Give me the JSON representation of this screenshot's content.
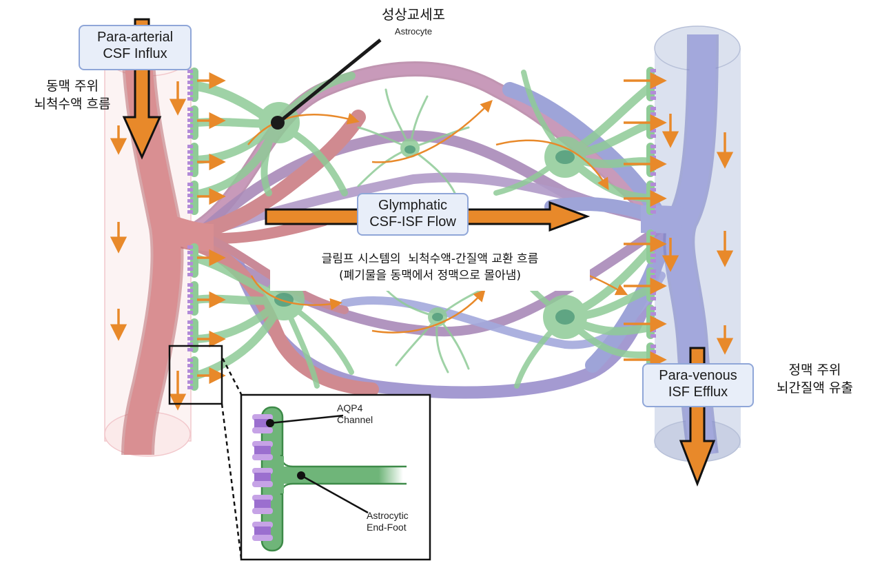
{
  "title": "Glymphatic system diagram",
  "labels": {
    "para_arterial": {
      "line1": "Para-arterial",
      "line2": "CSF Influx"
    },
    "arterial_ko": {
      "line1": "동맥 주위",
      "line2": "뇌척수액 흐름"
    },
    "astrocyte_ko": "성상교세포",
    "astrocyte_en": "Astrocyte",
    "glymphatic": {
      "line1": "Glymphatic",
      "line2": "CSF-ISF Flow"
    },
    "glymphatic_ko": {
      "line1": "글림프 시스템의  뇌척수액-간질액 교환 흐름",
      "line2": "(폐기물을 동맥에서 정맥으로 몰아냄)"
    },
    "para_venous": {
      "line1": "Para-venous",
      "line2": "ISF Efflux"
    },
    "venous_ko": {
      "line1": "정맥 주위",
      "line2": "뇌간질액 유출"
    },
    "aqp4": {
      "line1": "AQP4",
      "line2": "Channel"
    },
    "endfoot": {
      "line1": "Astrocytic",
      "line2": "End-Foot"
    }
  },
  "colors": {
    "artery": "#d98f92",
    "artery_dark": "#b86a70",
    "artery_sheath": "#fbeff0",
    "vein": "#a3a8dc",
    "vein_dark": "#7d83c4",
    "vein_sheath": "#d5dcec",
    "astrocyte": "#8fcb97",
    "astrocyte_dark": "#5a9e66",
    "aqp4": "#b28ad8",
    "flow_arrow": "#e8892a",
    "label_bg": "#e8eef9",
    "label_border": "#8fa6d8"
  }
}
